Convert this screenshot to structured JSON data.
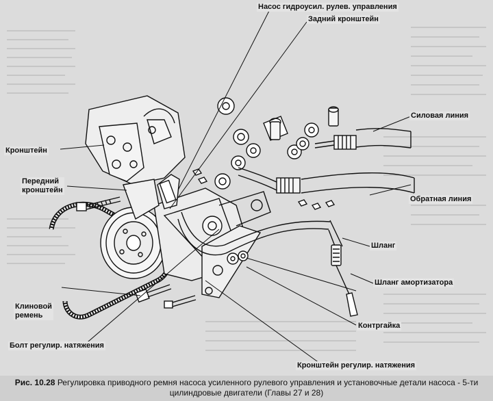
{
  "figure": {
    "labels": [
      {
        "id": "pump",
        "text": "Насос гидроусил. рулев. управления"
      },
      {
        "id": "rear-bracket",
        "text": "Задний кронштейн"
      },
      {
        "id": "power-line",
        "text": "Силовая линия"
      },
      {
        "id": "bracket",
        "text": "Кронштейн"
      },
      {
        "id": "front-bracket",
        "text": "Передний\nкронштейн"
      },
      {
        "id": "return-line",
        "text": "Обратная линия"
      },
      {
        "id": "hose",
        "text": "Шланг"
      },
      {
        "id": "damper-hose",
        "text": "Шланг амортизатора"
      },
      {
        "id": "v-belt",
        "text": "Клиновой\nремень"
      },
      {
        "id": "locknut",
        "text": "Контргайка"
      },
      {
        "id": "tension-bolt",
        "text": "Болт регулир. натяжения"
      },
      {
        "id": "tension-bracket",
        "text": "Кронштейн регулир. натяжения"
      }
    ],
    "caption_number": "Рис. 10.28",
    "caption_text": "Регулировка приводного ремня насоса усиленного рулевого управления и установочные детали насоса - 5-ти цилиндровые двигатели (Главы 27 и 28)"
  },
  "colors": {
    "line": "#111111",
    "background": "#dcdcdc",
    "caption_bg": "#cfcfcf"
  }
}
